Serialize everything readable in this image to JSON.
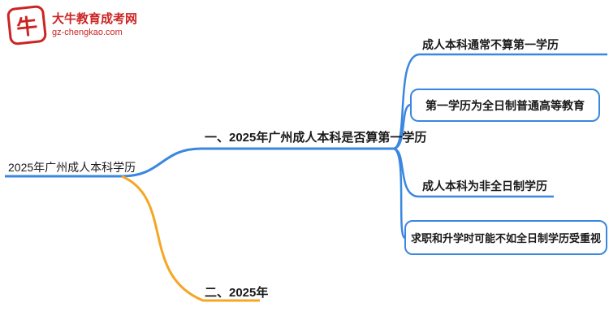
{
  "colors": {
    "brand_red": "#cb2523",
    "branch_blue": "#3a87e0",
    "branch_orange": "#f5a623",
    "text_black": "#1a1a1a"
  },
  "logo": {
    "icon": "bull-logo",
    "icon_glyph": "牛",
    "title": "大牛教育成考网",
    "subtitle": "gz-chengkao.com"
  },
  "mindmap": {
    "root": {
      "label": "2025年广州成人本科学历"
    },
    "branches": [
      {
        "label": "一、2025年广州成人本科是否算第一学历",
        "children": [
          {
            "label": "成人本科通常不算第一学历",
            "style": "underline"
          },
          {
            "label": "第一学历为全日制普通高等教育",
            "style": "box"
          },
          {
            "label": "成人本科为非全日制学历",
            "style": "underline"
          },
          {
            "label": "求职和升学时可能不如全日制学历受重视",
            "style": "box"
          }
        ]
      },
      {
        "label": "二、2025年",
        "children": []
      }
    ]
  }
}
